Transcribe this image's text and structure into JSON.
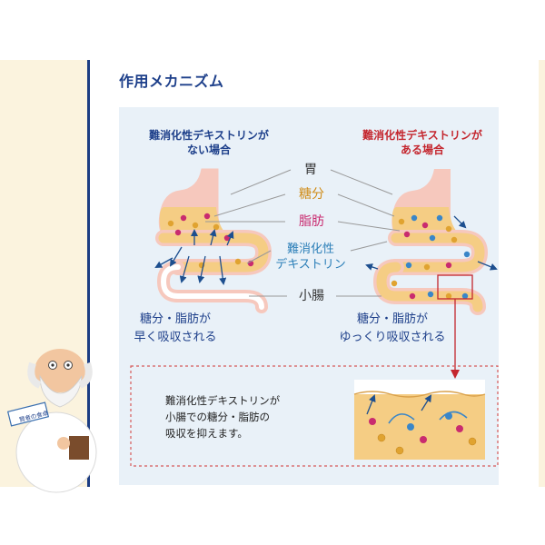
{
  "title": "作用メカニズム",
  "without": {
    "heading_line1": "難消化性デキストリンが",
    "heading_line2": "ない場合",
    "result_line1": "糖分・脂肪が",
    "result_line2": "早く吸収される"
  },
  "with": {
    "heading_line1": "難消化性デキストリンが",
    "heading_line2": "ある場合",
    "result_line1": "糖分・脂肪が",
    "result_line2": "ゆっくり吸収される"
  },
  "labels": {
    "stomach": "胃",
    "sugar": "糖分",
    "fat": "脂肪",
    "fiber_line1": "難消化性",
    "fiber_line2": "デキストリン",
    "small_intestine": "小腸"
  },
  "detail": {
    "text": "難消化性デキストリンが\n小腸での糖分・脂肪の\n吸収を抑えます。"
  },
  "product_label": "賢者の食卓",
  "colors": {
    "title": "#1d3f8a",
    "accent_red": "#c4262e",
    "sugar": "#e0a330",
    "fat": "#c92b6f",
    "fiber": "#3a86c8",
    "gut_fill": "#f6c8bd",
    "food_fill": "#f5cd84",
    "panel": "#e9f1f8"
  }
}
